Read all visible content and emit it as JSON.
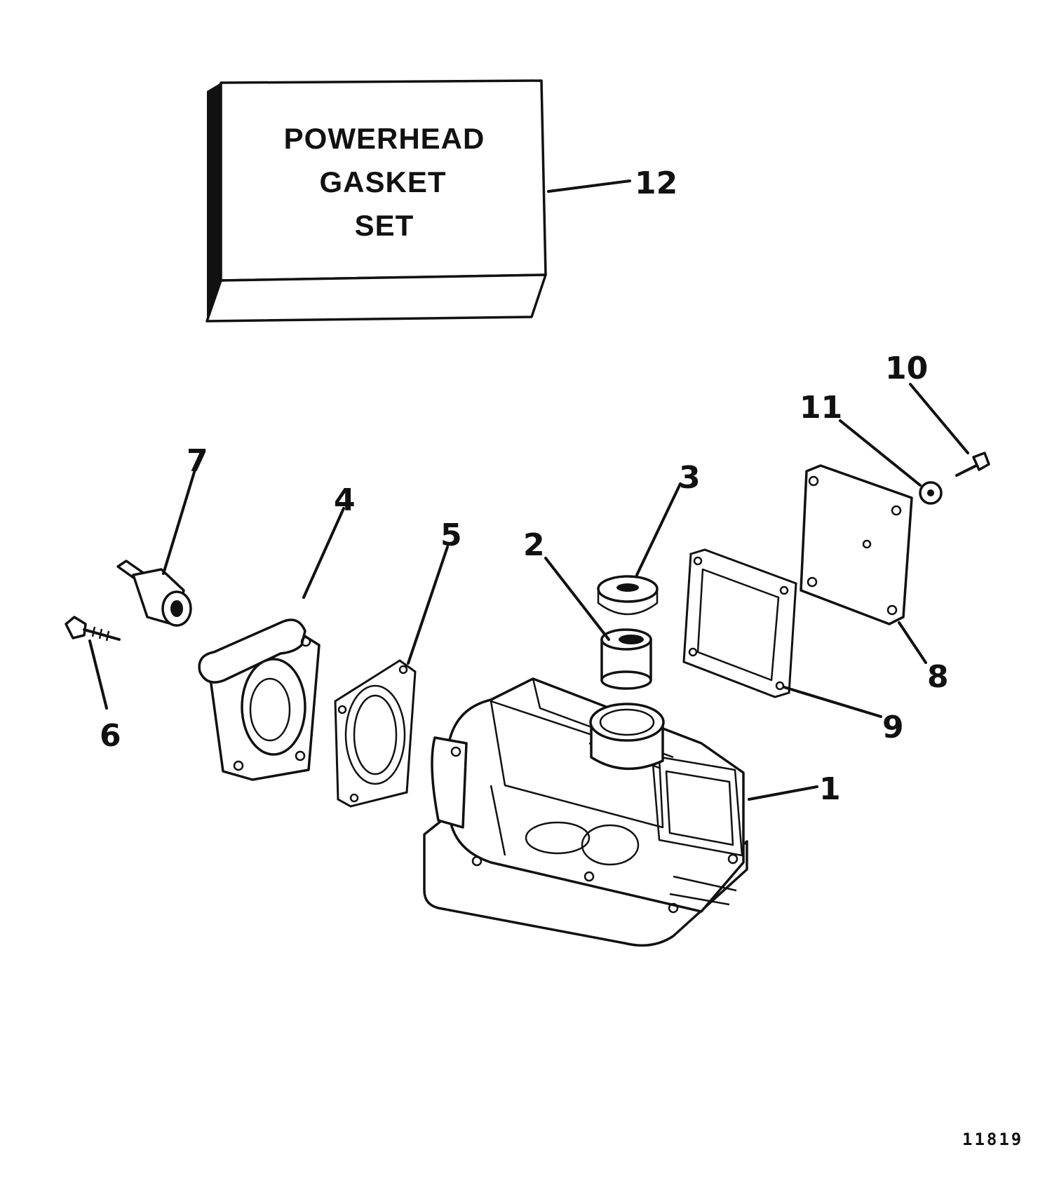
{
  "kit_box": {
    "line1": "POWERHEAD",
    "line2": "GASKET",
    "line3": "SET"
  },
  "callouts": [
    "1",
    "2",
    "3",
    "4",
    "5",
    "6",
    "7",
    "8",
    "9",
    "10",
    "11",
    "12"
  ],
  "figure_id": "11819"
}
